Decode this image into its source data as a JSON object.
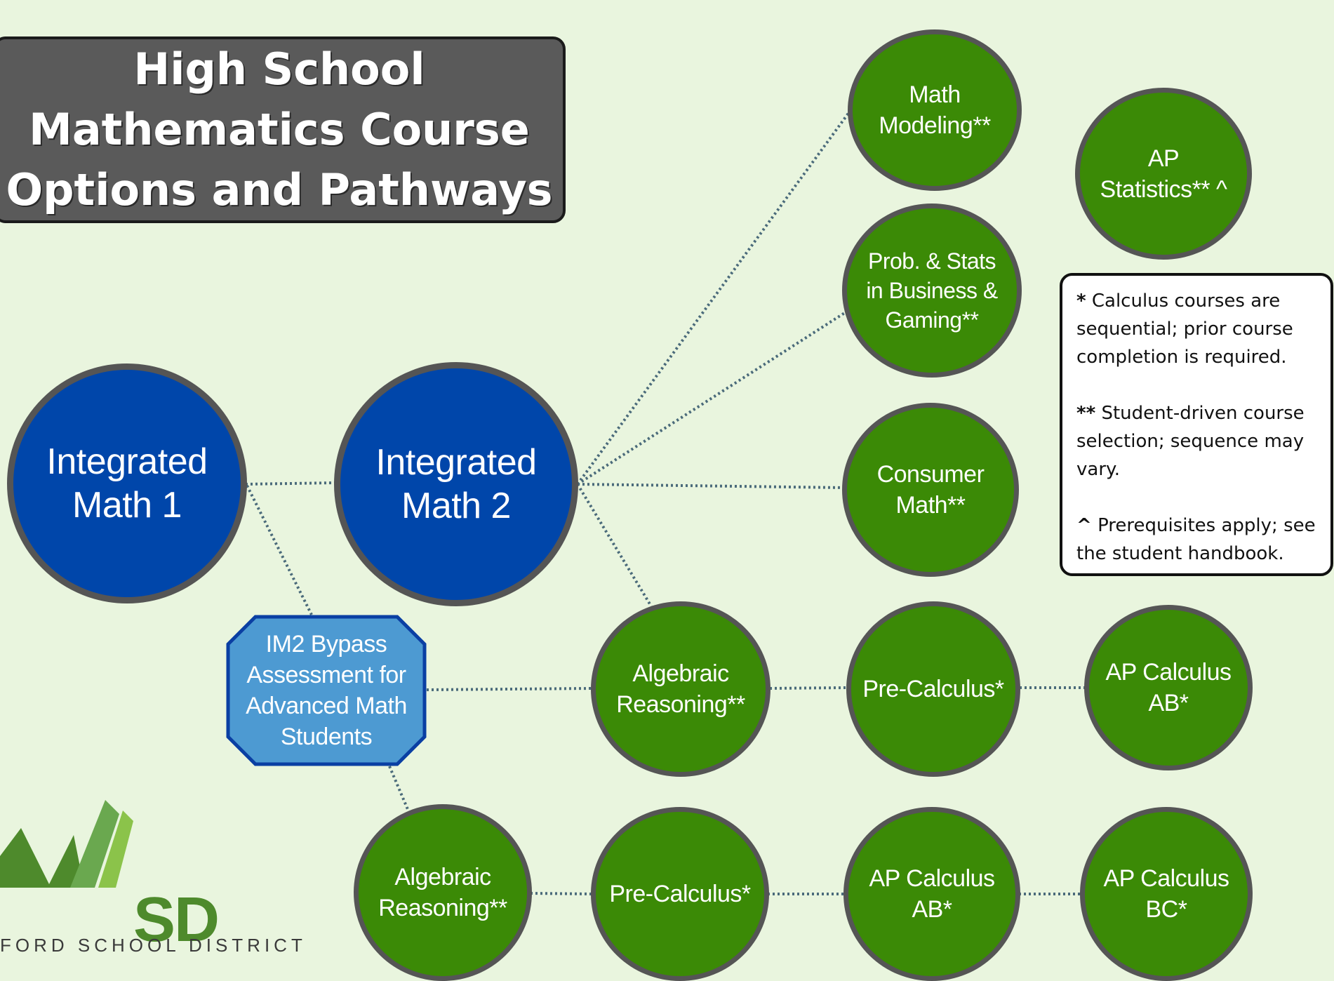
{
  "title": "High School\nMathematics Course\nOptions and Pathways",
  "nodes": {
    "im1": "Integrated\nMath 1",
    "im2": "Integrated\nMath 2",
    "math_modeling": "Math\nModeling**",
    "prob_stats": "Prob. & Stats\nin Business &\nGaming**",
    "consumer_math": "Consumer\nMath**",
    "ap_stats": "AP\nStatistics** ^",
    "alg_reasoning_upper": "Algebraic\nReasoning**",
    "precalc_upper": "Pre-Calculus*",
    "ap_calc_ab_upper": "AP Calculus\nAB*",
    "alg_reasoning_lower": "Algebraic\nReasoning**",
    "precalc_lower": "Pre-Calculus*",
    "ap_calc_ab_lower": "AP Calculus\nAB*",
    "ap_calc_bc": "AP Calculus\nBC*"
  },
  "bypass": "IM2 Bypass\nAssessment for\nAdvanced Math\nStudents",
  "notes": [
    {
      "symbol": "*",
      "text": "Calculus courses are sequential; prior course completion is required."
    },
    {
      "symbol": "**",
      "text": "Student-driven course selection; sequence may vary."
    },
    {
      "symbol": "^",
      "text": "Prerequisites apply; see the student handbook."
    }
  ],
  "logo": {
    "letters": "SD",
    "district": "FORD SCHOOL DISTRICT"
  },
  "colors": {
    "background": "#e9f5de",
    "blue_node": "#0046aa",
    "green_node": "#3b8a06",
    "node_border": "#555555",
    "bypass_fill": "#4d9ad2",
    "bypass_border": "#0a3fa3",
    "connector": "#4a6a7a"
  }
}
